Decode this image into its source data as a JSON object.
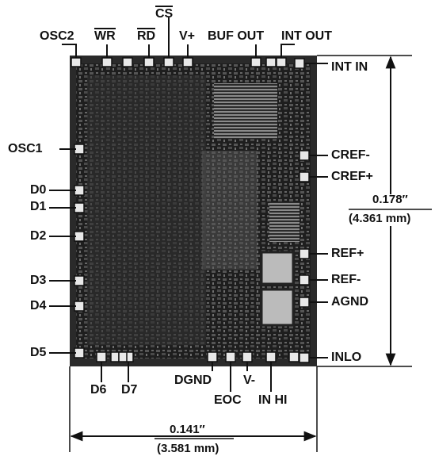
{
  "pins": {
    "top": [
      "OSC2",
      "WR",
      "RD",
      "CS",
      "V+",
      "BUF OUT",
      "INT OUT"
    ],
    "left": [
      "OSC1",
      "D0",
      "D1",
      "D2",
      "D3",
      "D4",
      "D5"
    ],
    "right": [
      "INT IN",
      "CREF-",
      "CREF+",
      "REF+",
      "REF-",
      "AGND",
      "INLO"
    ],
    "bottom": [
      "D6",
      "D7",
      "DGND",
      "EOC",
      "V-",
      "IN HI"
    ]
  },
  "dimensions": {
    "height_in": "0.178″",
    "height_mm": "(4.361 mm)",
    "width_in": "0.141″",
    "width_mm": "(3.581 mm)"
  },
  "colors": {
    "ink": "#111111",
    "die": "#2a2a2a",
    "die_light": "#6a6a6a",
    "pad": "#e8e8e8"
  }
}
